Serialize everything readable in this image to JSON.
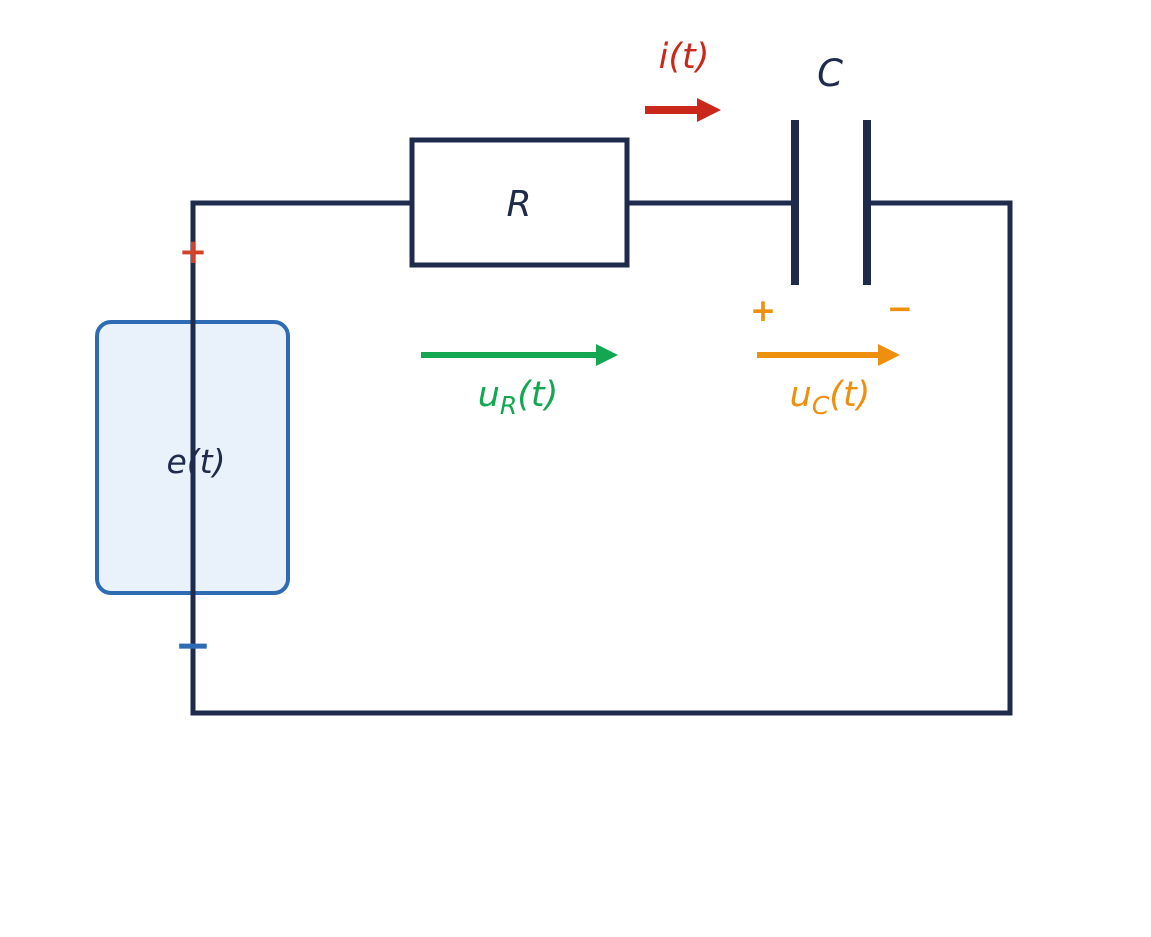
{
  "diagram": {
    "type": "rc-circuit-schematic",
    "labels": {
      "source": "e(t)",
      "resistor": "R",
      "capacitor": "C",
      "current": "i(t)",
      "resistor_voltage_base": "u",
      "resistor_voltage_sub": "R",
      "resistor_voltage_suffix": "(t)",
      "capacitor_voltage_base": "u",
      "capacitor_voltage_sub": "C",
      "capacitor_voltage_suffix": "(t)",
      "source_plus": "+",
      "source_minus": "−",
      "capacitor_plus": "+",
      "capacitor_minus": "−"
    },
    "colors": {
      "wire": "#1e2b4d",
      "current": "#c9281a",
      "source_plus": "#d5402b",
      "resistor_voltage": "#13a752",
      "capacitor_voltage": "#ef8f0e",
      "source_border": "#2d6cb5",
      "source_fill": "#e9f1fb",
      "source_minus": "#2d6cb5",
      "background": "#ffffff",
      "resistor_fill": "#ffffff"
    }
  }
}
